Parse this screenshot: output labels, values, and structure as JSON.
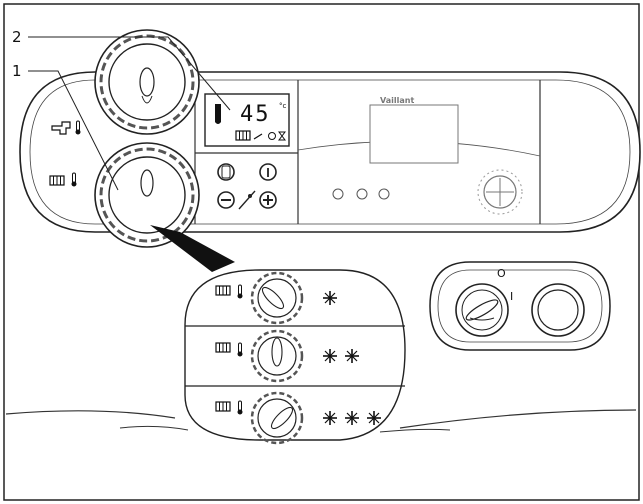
{
  "callouts": {
    "one": "1",
    "two": "2"
  },
  "display": {
    "temperature": "45",
    "unit_mark": "°c"
  },
  "brand": {
    "name": "Vaillant"
  },
  "switch": {
    "off": "O",
    "on": "I"
  }
}
